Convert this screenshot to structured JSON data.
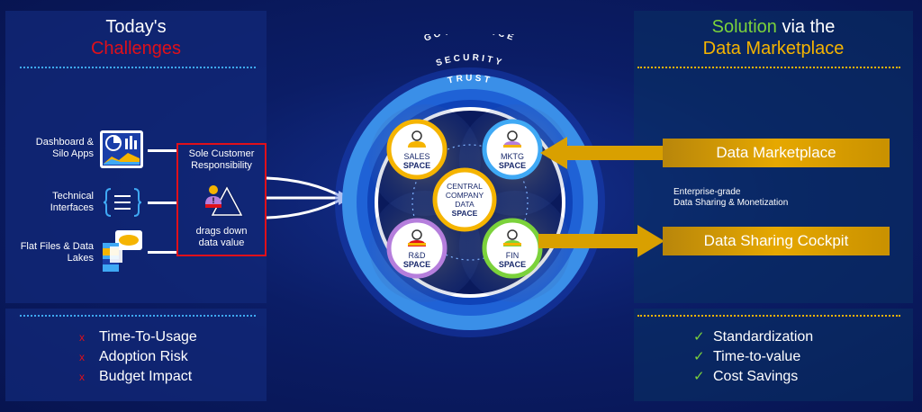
{
  "left": {
    "title_line1": "Today's",
    "title_line2": "Challenges",
    "sources": [
      {
        "label": "Dashboard & Silo Apps"
      },
      {
        "label": "Technical Interfaces"
      },
      {
        "label": "Flat Files & Data Lakes"
      }
    ],
    "box_line1": "Sole Customer",
    "box_line2": "Responsibility",
    "box_line3": "drags down",
    "box_line4": "data value",
    "challenges": [
      "Time-To-Usage",
      "Adoption Risk",
      "Budget Impact"
    ],
    "challenge_mark": "x"
  },
  "center": {
    "ring_words": [
      "GOVERNANCE",
      "SECURITY",
      "TRUST"
    ],
    "spaces": {
      "sales": {
        "line1": "SALES",
        "line2": "SPACE"
      },
      "mktg": {
        "line1": "MKTG",
        "line2": "SPACE"
      },
      "rd": {
        "line1": "R&D",
        "line2": "SPACE"
      },
      "fin": {
        "line1": "FIN",
        "line2": "SPACE"
      },
      "central": {
        "line1": "CENTRAL",
        "line2": "COMPANY",
        "line3": "DATA",
        "line4": "SPACE"
      }
    }
  },
  "right": {
    "title_part1": "Solution",
    "title_part2": " via the",
    "title_line2": "Data Marketplace",
    "marketplace": "Data Marketplace",
    "desc_line1": "Enterprise-grade",
    "desc_line2": "Data Sharing & Monetization",
    "cockpit": "Data Sharing Cockpit",
    "benefits": [
      "Standardization",
      "Time-to-value",
      "Cost Savings"
    ],
    "benefit_mark": "✓"
  },
  "colors": {
    "red": "#e0101a",
    "green": "#7bd23b",
    "gold": "#f5b400",
    "blue_dots": "#3fa9f5"
  }
}
